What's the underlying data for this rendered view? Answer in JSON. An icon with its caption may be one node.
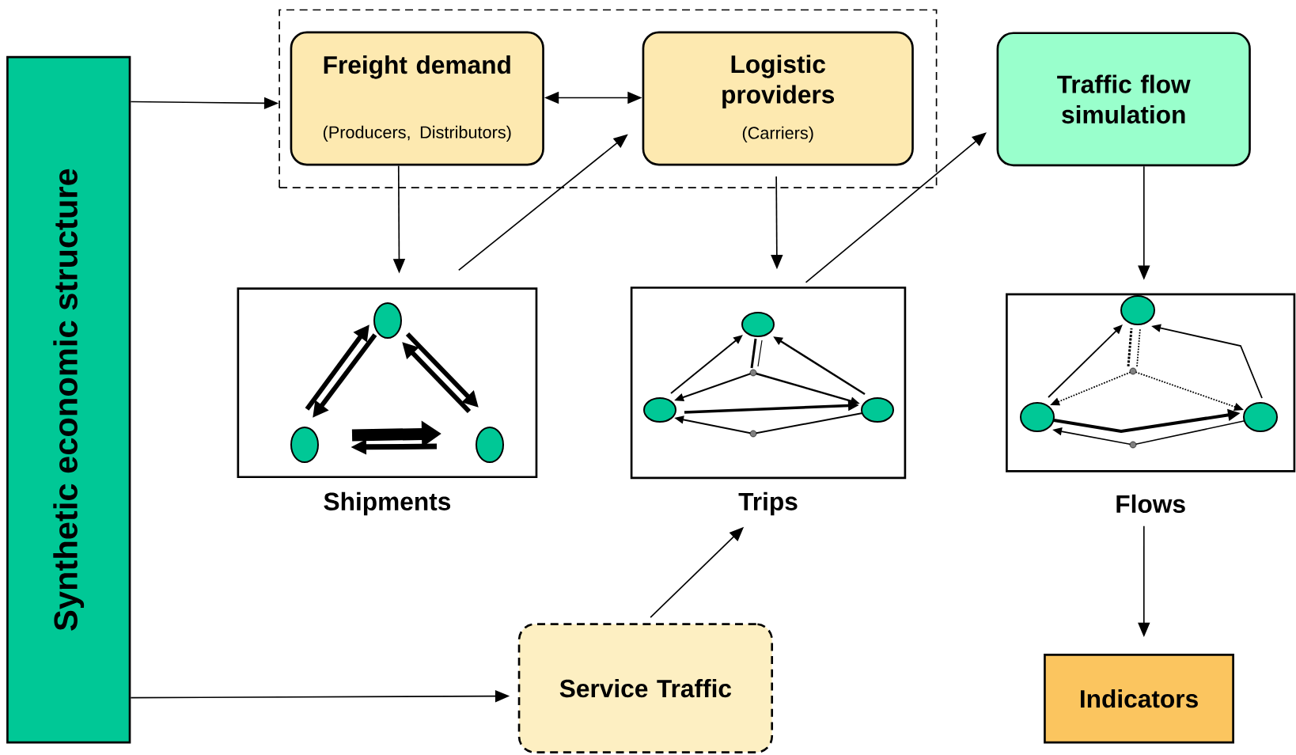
{
  "diagram": {
    "nodes": [
      {
        "text": [
          "Synthetic economic structure"
        ]
      },
      {
        "text": [],
        "shape": "box"
      },
      {
        "text": [
          "Freight demand",
          "(Producers, Distributors)"
        ],
        "in": 1
      },
      {
        "text": [
          "Logistic providers",
          "(Carriers)"
        ],
        "in": 1
      },
      {
        "text": [
          "Traffic flow simulation"
        ]
      },
      {
        "text": [
          "Shipments"
        ]
      },
      {
        "text": [
          "Trips"
        ]
      },
      {
        "text": [
          "Flows"
        ]
      },
      {
        "text": [
          "Service Traffic"
        ]
      },
      {
        "text": [
          "Indicators"
        ]
      }
    ],
    "edges": [
      {
        "from": 0,
        "to": 1,
        "arrow": "to"
      },
      {
        "from": 2,
        "to": 3,
        "arrow": "both"
      },
      {
        "from": 2,
        "to": 5,
        "arrow": "to"
      },
      {
        "from": 5,
        "to": 3,
        "arrow": "to"
      },
      {
        "from": 3,
        "to": 6,
        "arrow": "to"
      },
      {
        "from": 6,
        "to": 4,
        "arrow": "to"
      },
      {
        "from": 4,
        "to": 7,
        "arrow": "to"
      },
      {
        "from": 7,
        "to": 9,
        "arrow": "to"
      },
      {
        "from": 8,
        "to": 6,
        "arrow": "to"
      },
      {
        "from": 0,
        "to": 8,
        "arrow": "to"
      }
    ]
  }
}
